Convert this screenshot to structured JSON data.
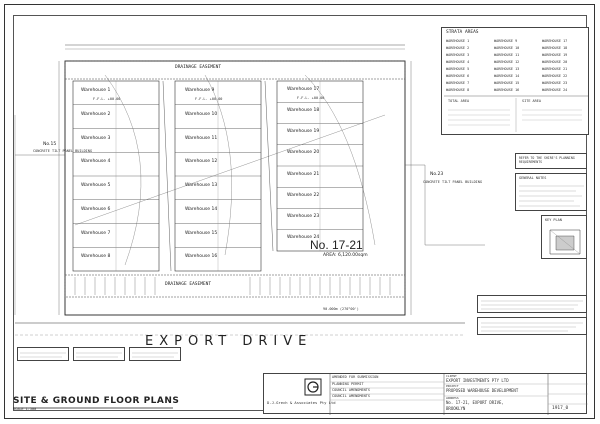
{
  "sheet": {
    "street_name": "EXPORT DRIVE",
    "plan_title": "SITE & GROUND FLOOR PLANS",
    "scale": "SCALE 1:500"
  },
  "site": {
    "lot_label": "No. 17-21",
    "area_label": "AREA: 6,120.00sqm",
    "easement_top": "DRAINAGE EASEMENT",
    "easement_bottom": "DRAINAGE EASEMENT",
    "left_neighbour": "No.15",
    "right_neighbour": "No.23",
    "left_neighbour_note": "CONCRETE TILT PANEL BUILDING",
    "right_neighbour_note": "CONCRETE TILT PANEL BUILDING",
    "frontage": "90.000m",
    "boundary_bearing": "(270°00')",
    "warehouse_prefix": "Warehouse",
    "warehouse_numbers_left": [
      "1",
      "2",
      "3",
      "4",
      "5",
      "6",
      "7",
      "8"
    ],
    "warehouse_numbers_mid": [
      "9",
      "10",
      "11",
      "12",
      "13",
      "14",
      "15",
      "16"
    ],
    "warehouse_numbers_right": [
      "17",
      "18",
      "19",
      "20",
      "21",
      "22",
      "23",
      "24"
    ],
    "ffl_label": "F.F.L.",
    "ffl_value": "+00.00"
  },
  "schedule": {
    "title": "STRATA AREAS",
    "rows": [
      [
        "WAREHOUSE 1",
        "WAREHOUSE 9",
        "WAREHOUSE 17"
      ],
      [
        "WAREHOUSE 2",
        "WAREHOUSE 10",
        "WAREHOUSE 18"
      ],
      [
        "WAREHOUSE 3",
        "WAREHOUSE 11",
        "WAREHOUSE 19"
      ],
      [
        "WAREHOUSE 4",
        "WAREHOUSE 12",
        "WAREHOUSE 20"
      ],
      [
        "WAREHOUSE 5",
        "WAREHOUSE 13",
        "WAREHOUSE 21"
      ],
      [
        "WAREHOUSE 6",
        "WAREHOUSE 14",
        "WAREHOUSE 22"
      ],
      [
        "WAREHOUSE 7",
        "WAREHOUSE 15",
        "WAREHOUSE 23"
      ],
      [
        "WAREHOUSE 8",
        "WAREHOUSE 16",
        "WAREHOUSE 24"
      ]
    ],
    "totals_title": "TOTAL AREA",
    "site_area_title": "SITE AREA"
  },
  "notes": {
    "refer_title": "REFER TO THE SHIRE'S PLANNING REQUIREMENTS",
    "legend_title": "GENERAL NOTES",
    "key_plan_title": "KEY PLAN"
  },
  "title_block": {
    "firm_name": "D.J.Grech & Associates Pty Ltd",
    "client_label": "CLIENT",
    "client": "EXPORT INVESTMENTS PTY LTD",
    "project_label": "PROJECT",
    "project": "PROPOSED WAREHOUSE DEVELOPMENT",
    "address_label": "ADDRESS",
    "address": "No. 17-21, EXPORT DRIVE,",
    "suburb": "BROOKLYN",
    "job_no": "1917_0",
    "revisions": [
      "AMENDED FOR SUBMISSION",
      "PLANNING PERMIT",
      "COUNCIL AMENDMENTS",
      "COUNCIL AMENDMENTS"
    ]
  }
}
